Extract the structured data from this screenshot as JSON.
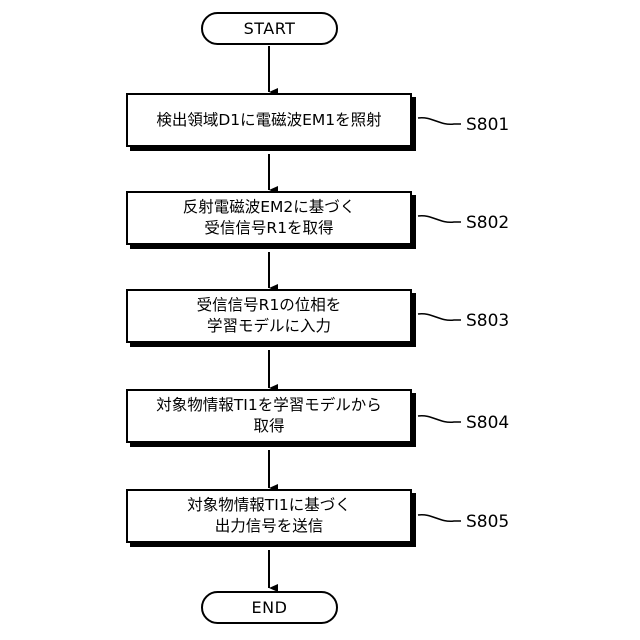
{
  "terminals": {
    "start": "START",
    "end": "END"
  },
  "steps": [
    {
      "id": "S801",
      "lines": [
        "検出領域D1に電磁波EM1を照射"
      ]
    },
    {
      "id": "S802",
      "lines": [
        "反射電磁波EM2に基づく",
        "受信信号R1を取得"
      ]
    },
    {
      "id": "S803",
      "lines": [
        "受信信号R1の位相を",
        "学習モデルに入力"
      ]
    },
    {
      "id": "S804",
      "lines": [
        "対象物情報TI1を学習モデルから",
        "取得"
      ]
    },
    {
      "id": "S805",
      "lines": [
        "対象物情報TI1に基づく",
        "出力信号を送信"
      ]
    }
  ]
}
